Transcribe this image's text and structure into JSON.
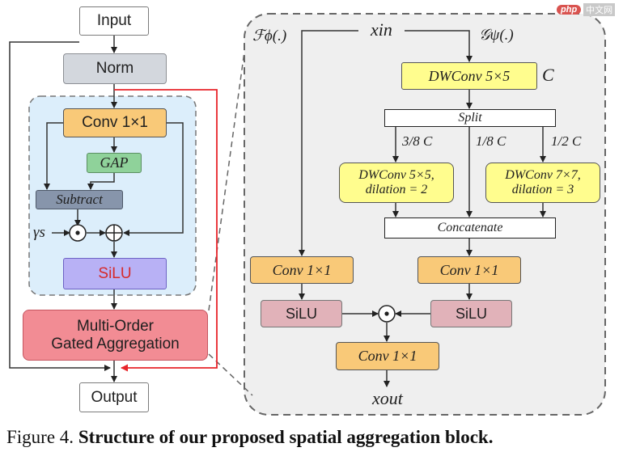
{
  "blocks": {
    "input": "Input",
    "norm": "Norm",
    "conv_left": "Conv 1×1",
    "gap": "GAP",
    "subtract": "Subtract",
    "silu_left": "SiLU",
    "moga": "Multi-Order\nGated Aggregation",
    "output": "Output",
    "dwconv_top": "DWConv 5×5",
    "split": "Split",
    "dw_left": "DWConv 5×5,\ndilation = 2",
    "dw_right": "DWConv 7×7,\ndilation = 3",
    "concat": "Concatenate",
    "conv_f": "Conv 1×1",
    "conv_g": "Conv 1×1",
    "silu_f": "SiLU",
    "silu_g": "SiLU",
    "conv_out": "Conv 1×1"
  },
  "labels": {
    "gamma_s": "γs",
    "f_phi": "ℱϕ(.)",
    "g_psi": "𝒢ψ(.)",
    "x_in": "xin",
    "x_out": "xout",
    "c_top": "C",
    "frac_left": "3/8 C",
    "frac_mid": "1/8 C",
    "frac_right": "1/2 C",
    "op_multiply": "⊙",
    "op_add": "⊕"
  },
  "caption": {
    "prefix": "Figure 4.",
    "title": "Structure of our proposed spatial aggregation block."
  },
  "watermark": {
    "logo": "php",
    "text": "中文网"
  },
  "colors": {
    "container_left": "#dceefb",
    "container_right": "#efefef",
    "highlight_arrow": "#e8242a",
    "conv": "#f9c978",
    "gap": "#8fd29a",
    "subtract": "#8795ab",
    "silu_left": "#b8b1f5",
    "moga": "#f28c94",
    "dwconv": "#fffd8e",
    "silu_right": "#e1b2b9"
  }
}
